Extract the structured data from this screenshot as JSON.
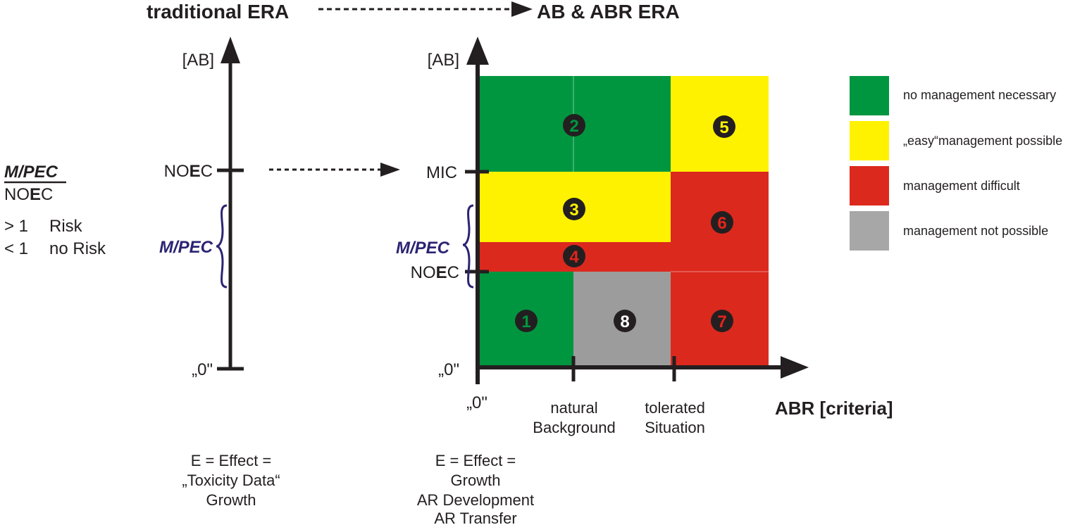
{
  "title": {
    "traditional_era": "traditional ERA",
    "ab_abr_era": "AB & ABR ERA"
  },
  "ratio": {
    "numerator": "M/PEC",
    "denominator_pre": "NO",
    "denominator_bold": "E",
    "denominator_post": "C",
    "row1_sign": "> 1",
    "row1_text": "Risk",
    "row2_sign": "< 1",
    "row2_text": "no Risk"
  },
  "left_axis": {
    "top_label": "[AB]",
    "noec_pre": "NO",
    "noec_bold": "E",
    "noec_post": "C",
    "zero_label": "„0\"",
    "mpec_label": "M/PEC",
    "caption": [
      "E = Effect =",
      "„Toxicity Data“",
      "Growth"
    ]
  },
  "right_axis": {
    "top_label": "[AB]",
    "mic_label": "MIC",
    "noec_pre": "NO",
    "noec_bold": "E",
    "noec_post": "C",
    "zero_y_label": "„0\"",
    "zero_x_label": "„0\"",
    "mpec_label": "M/PEC",
    "x_axis_label": "ABR [criteria]",
    "x_tick1": [
      "natural",
      "Background"
    ],
    "x_tick2": [
      "tolerated",
      "Situation"
    ],
    "caption": [
      "E = Effect =",
      "Growth",
      "AR Development",
      "AR Transfer"
    ]
  },
  "zones": [
    {
      "id": "zone-1",
      "number": "1",
      "class": "green",
      "num_color": "#009640"
    },
    {
      "id": "zone-2",
      "number": "2",
      "class": "green",
      "num_color": "#009640"
    },
    {
      "id": "zone-3",
      "number": "3",
      "class": "yellow",
      "num_color": "#fff200"
    },
    {
      "id": "zone-4",
      "number": "4",
      "class": "red",
      "num_color": "#e1251b"
    },
    {
      "id": "zone-5",
      "number": "5",
      "class": "yellow",
      "num_color": "#fff200"
    },
    {
      "id": "zone-6",
      "number": "6",
      "class": "red",
      "num_color": "#e1251b"
    },
    {
      "id": "zone-7",
      "number": "7",
      "class": "red",
      "num_color": "#e1251b"
    },
    {
      "id": "zone-8",
      "number": "8",
      "class": "gray",
      "num_color": "#ffffff"
    }
  ],
  "legend": [
    {
      "color": "#009640",
      "label": "no management necessary"
    },
    {
      "color": "#fff200",
      "label": "„easy“management possible"
    },
    {
      "color": "#e1251b",
      "label": "management difficult"
    },
    {
      "color": "#a7a7a7",
      "label": "management not possible"
    }
  ],
  "colors": {
    "green": "#009640",
    "yellow": "#fff200",
    "red": "#dc291e",
    "gray": "#9d9c9c",
    "axis": "#231f20",
    "mpec": "#2b2473"
  }
}
